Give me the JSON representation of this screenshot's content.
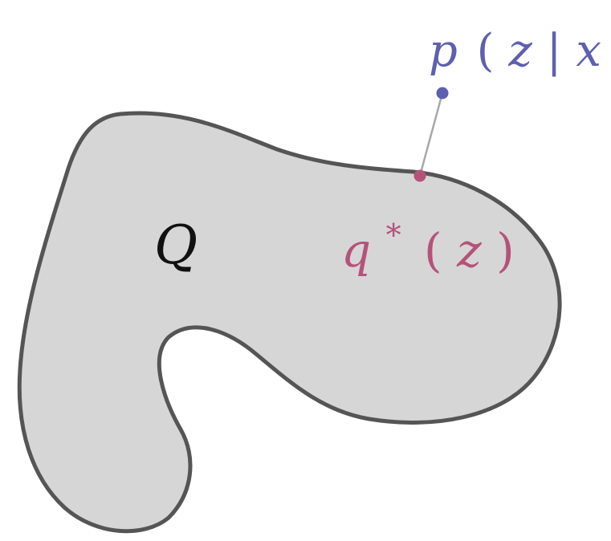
{
  "diagram": {
    "set_label": "Q",
    "posterior": {
      "symbol": "p",
      "open_paren": "(",
      "var": "z",
      "bar": "|",
      "given": "x",
      "close_paren": ")",
      "color": "#5f5fb0"
    },
    "approximation": {
      "symbol": "q",
      "superscript": "*",
      "open_paren": "(",
      "var": "z",
      "close_paren": ")",
      "color": "#b5527a"
    },
    "colors": {
      "region_fill": "#d6d6d6",
      "region_stroke": "#555555",
      "connector": "#a8a8a8",
      "set_label": "#111111"
    }
  }
}
